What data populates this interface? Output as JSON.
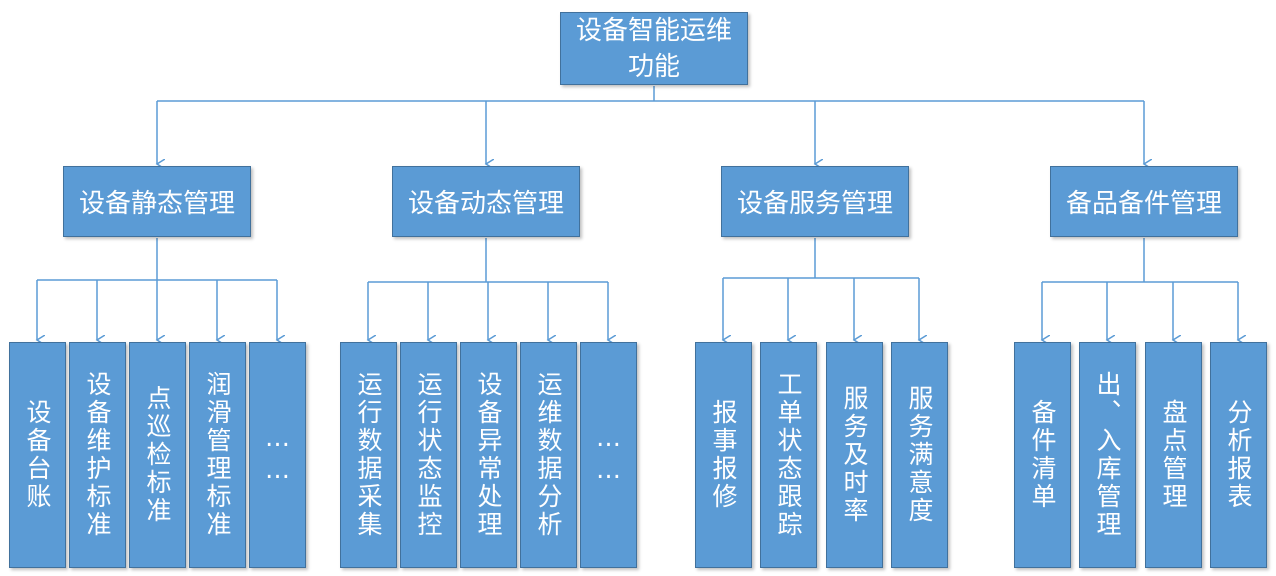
{
  "root": {
    "label": "设备智能运维功能"
  },
  "categories": [
    {
      "label": "设备静态管理",
      "children": [
        "设备台账",
        "设备维护标准",
        "点巡检标准",
        "润滑管理标准",
        "……"
      ]
    },
    {
      "label": "设备动态管理",
      "children": [
        "运行数据采集",
        "运行状态监控",
        "设备异常处理",
        "运维数据分析",
        "……"
      ]
    },
    {
      "label": "设备服务管理",
      "children": [
        "报事报修",
        "工单状态跟踪",
        "服务及时率",
        "服务满意度"
      ]
    },
    {
      "label": "备品备件管理",
      "children": [
        "备件清单",
        "出、入库管理",
        "盘点管理",
        "分析报表"
      ]
    }
  ],
  "colors": {
    "box_fill": "#5b9bd5",
    "box_border": "#41719c",
    "connector": "#5b9bd5",
    "text": "#ffffff"
  }
}
